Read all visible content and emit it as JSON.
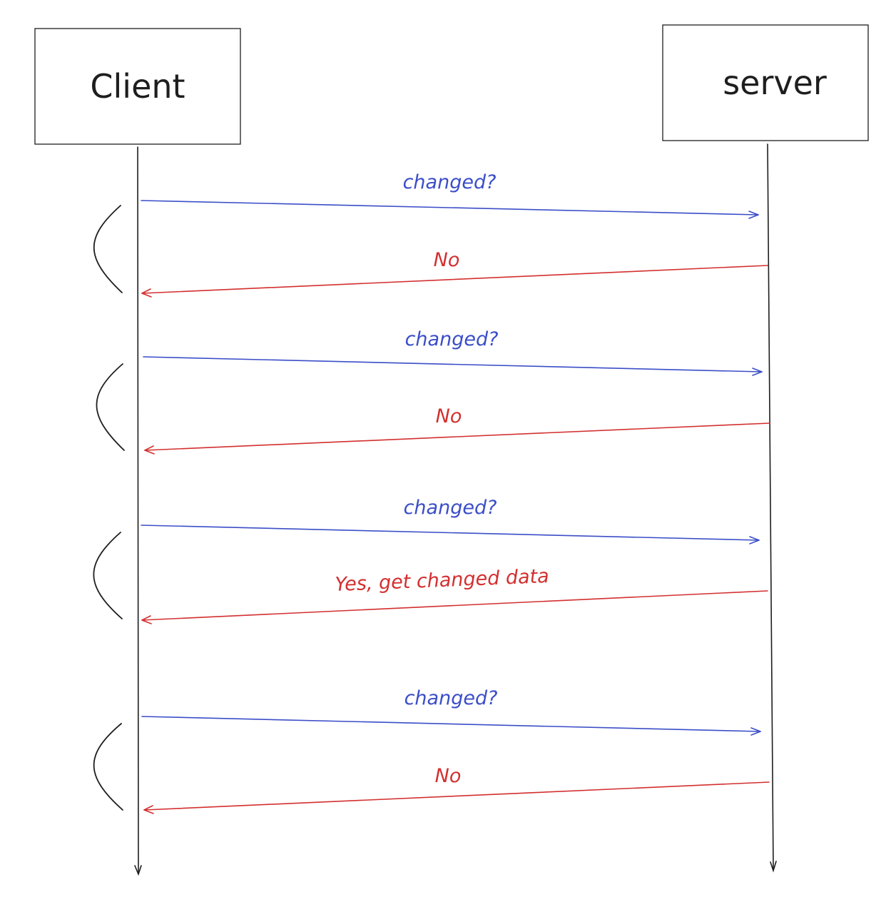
{
  "colors": {
    "request": "#3b4ec8",
    "response": "#d32f2f",
    "ink": "#1e1e1e"
  },
  "actors": {
    "client": {
      "label": "Client"
    },
    "server": {
      "label": "server"
    }
  },
  "messages": [
    {
      "id": "req-1",
      "kind": "request",
      "label": "changed?"
    },
    {
      "id": "res-1",
      "kind": "response",
      "label": "No"
    },
    {
      "id": "req-2",
      "kind": "request",
      "label": "changed?"
    },
    {
      "id": "res-2",
      "kind": "response",
      "label": "No"
    },
    {
      "id": "req-3",
      "kind": "request",
      "label": "changed?"
    },
    {
      "id": "res-3",
      "kind": "response",
      "label": "Yes, get changed data"
    },
    {
      "id": "req-4",
      "kind": "request",
      "label": "changed?"
    },
    {
      "id": "res-4",
      "kind": "response",
      "label": "No"
    }
  ]
}
